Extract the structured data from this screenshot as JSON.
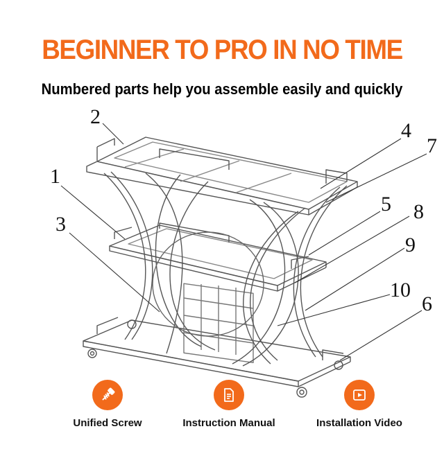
{
  "headline": "BEGINNER TO PRO IN NO TIME",
  "subheadline": "Numbered parts help you assemble easily and quickly",
  "accent_color": "#f26a1b",
  "part_numbers": [
    "1",
    "2",
    "3",
    "4",
    "5",
    "6",
    "7",
    "8",
    "9",
    "10"
  ],
  "features": [
    {
      "label": "Unified Screw",
      "icon": "screw-icon"
    },
    {
      "label": "Instruction Manual",
      "icon": "document-icon"
    },
    {
      "label": "Installation Video",
      "icon": "video-play-icon"
    }
  ]
}
